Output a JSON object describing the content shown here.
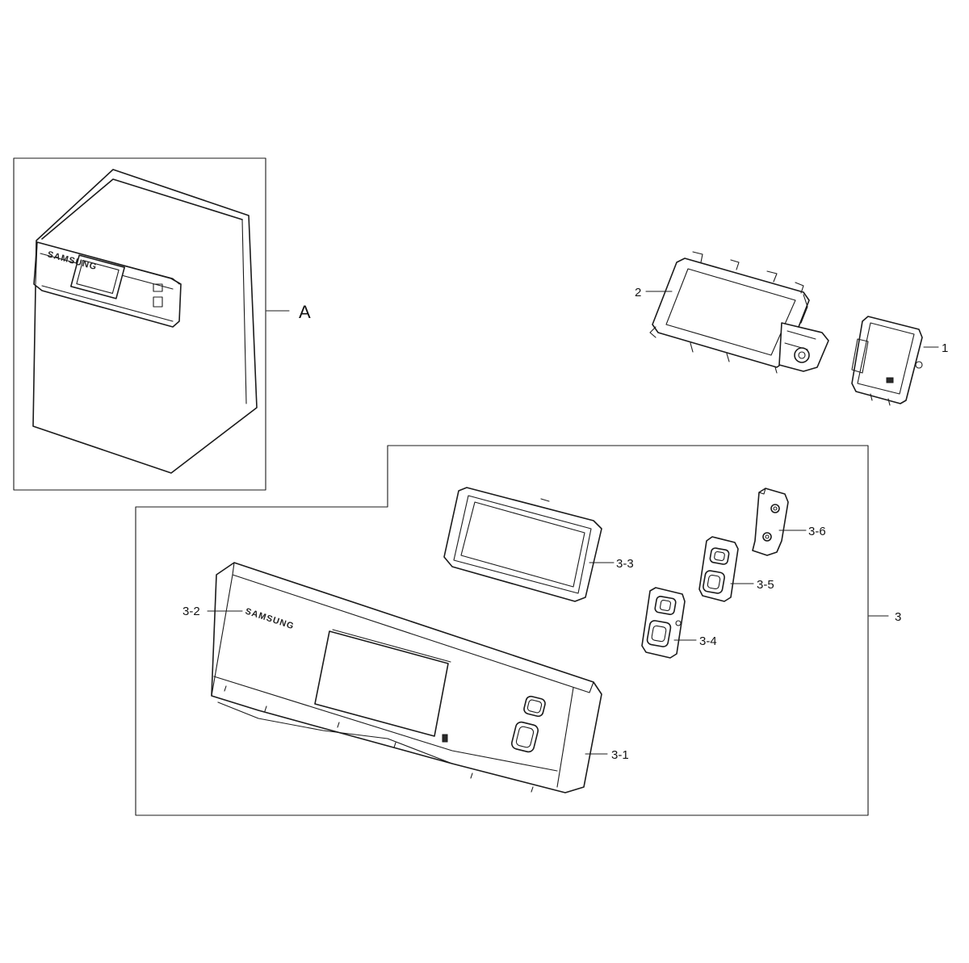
{
  "labels": {
    "assembly_a": "A",
    "part_1": "1",
    "part_2": "2",
    "part_3": "3",
    "part_3_1": "3-1",
    "part_3_2": "3-2",
    "part_3_3": "3-3",
    "part_3_4": "3-4",
    "part_3_5": "3-5",
    "part_3_6": "3-6"
  },
  "brand_text": "SAMSUNG"
}
